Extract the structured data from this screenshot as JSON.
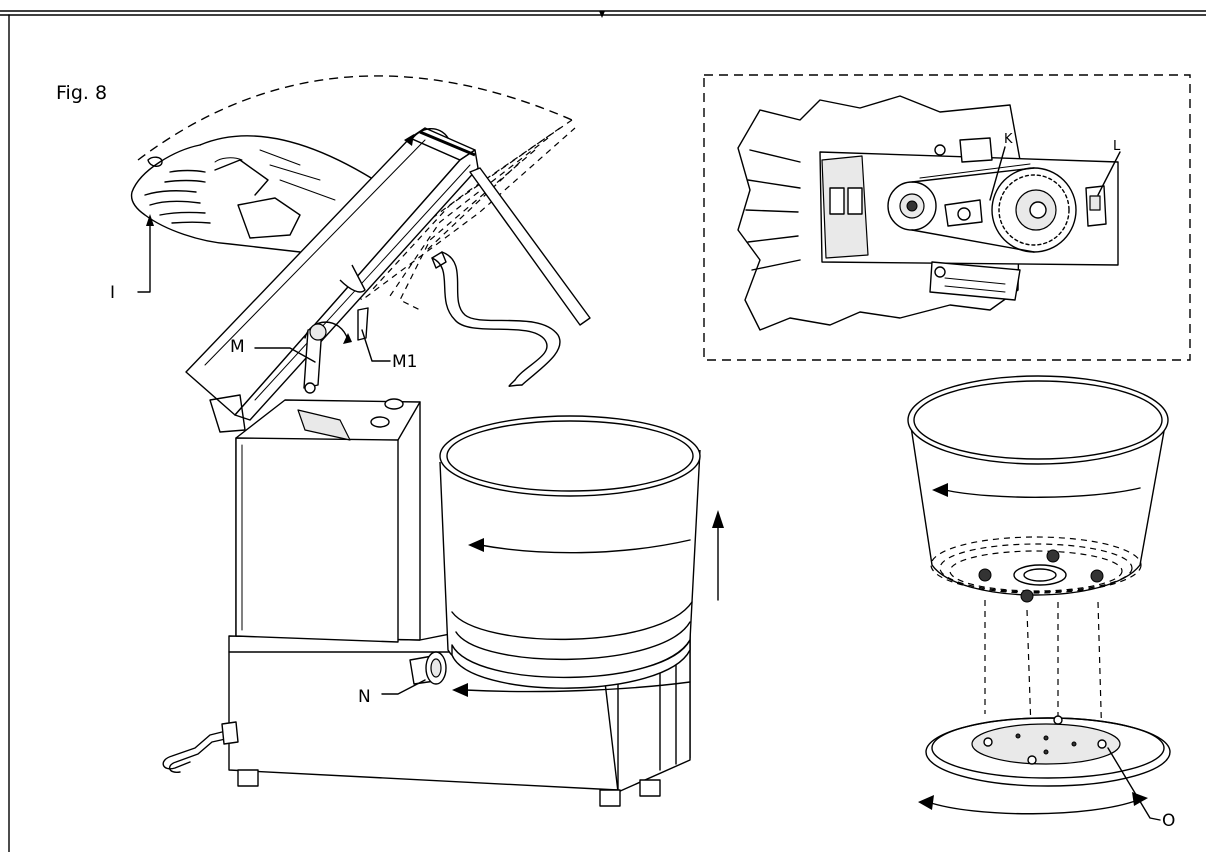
{
  "figure": {
    "title": "Fig. 8",
    "callouts": {
      "I": "I",
      "K": "K",
      "L": "L",
      "M": "M",
      "M1": "M1",
      "N": "N",
      "O": "O"
    }
  }
}
